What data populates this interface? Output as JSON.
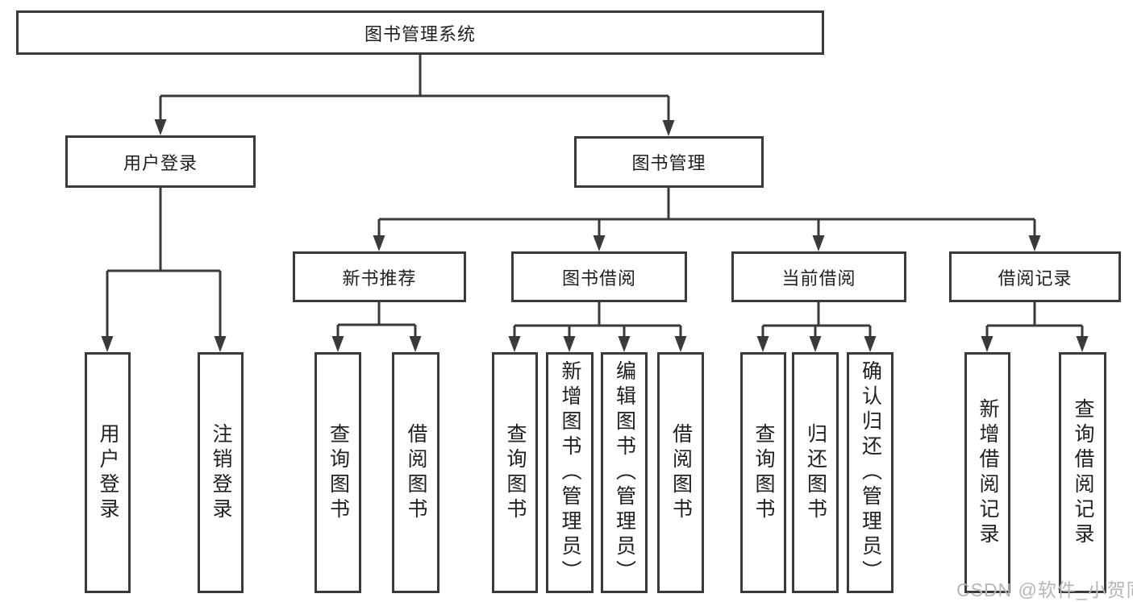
{
  "tree": {
    "label": "图书管理系统",
    "children": [
      {
        "label": "用户登录",
        "children": [
          {
            "label": "用户登录"
          },
          {
            "label": "注销登录"
          }
        ]
      },
      {
        "label": "图书管理",
        "children": [
          {
            "label": "新书推荐",
            "children": [
              {
                "label": "查询图书"
              },
              {
                "label": "借阅图书"
              }
            ]
          },
          {
            "label": "图书借阅",
            "children": [
              {
                "label": "查询图书"
              },
              {
                "label": "新增图书（管理员）"
              },
              {
                "label": "编辑图书（管理员）"
              },
              {
                "label": "借阅图书"
              }
            ]
          },
          {
            "label": "当前借阅",
            "children": [
              {
                "label": "查询图书"
              },
              {
                "label": "归还图书"
              },
              {
                "label": "确认归还（管理员）"
              }
            ]
          },
          {
            "label": "借阅记录",
            "children": [
              {
                "label": "新增借阅记录"
              },
              {
                "label": "查询借阅记录"
              }
            ]
          }
        ]
      }
    ]
  },
  "watermark": {
    "text": "CSDN @软件_小贺同学"
  },
  "colors": {
    "line": "#3a3a3a",
    "text": "#202020",
    "background": "#ffffff",
    "watermark": "#b6b6b6"
  }
}
